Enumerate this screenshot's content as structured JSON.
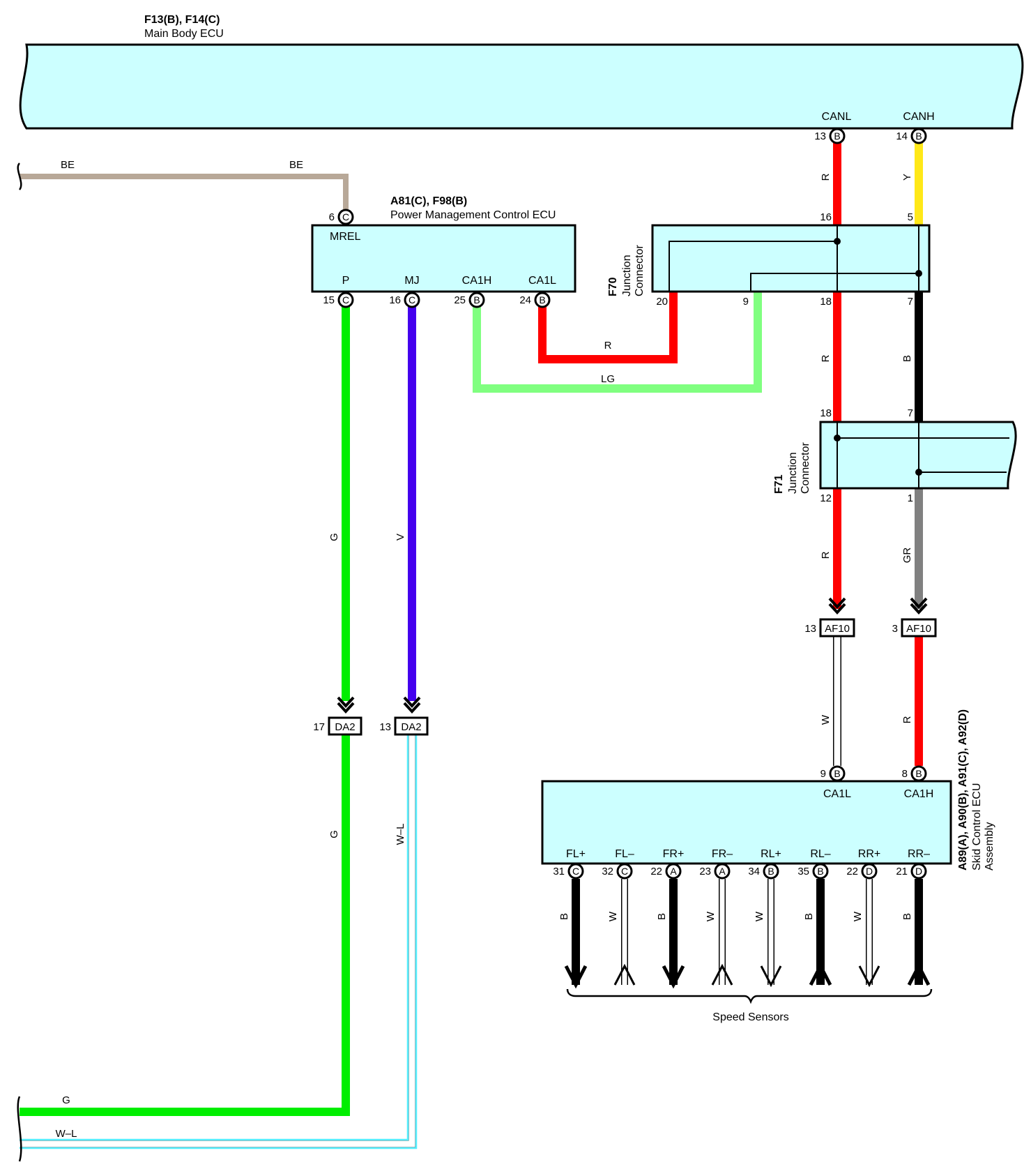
{
  "ecus": {
    "main_body": {
      "code": "F13(B), F14(C)",
      "name": "Main Body ECU",
      "pin_canl": "CANL",
      "pin_canh": "CANH"
    },
    "power_mgmt": {
      "code": "A81(C), F98(B)",
      "name": "Power Management Control ECU",
      "pin_mrel": "MREL",
      "pin_p": "P",
      "pin_mj": "MJ",
      "pin_ca1h": "CA1H",
      "pin_ca1l": "CA1L"
    },
    "skid": {
      "code": "A89(A), A90(B), A91(C), A92(D)",
      "name1": "Skid Control ECU",
      "name2": "Assembly",
      "pin_ca1l": "CA1L",
      "pin_ca1h": "CA1H",
      "sensor_pins": [
        "FL+",
        "FL–",
        "FR+",
        "FR–",
        "RL+",
        "RL–",
        "RR+",
        "RR–"
      ]
    }
  },
  "junctions": {
    "f70": {
      "code": "F70",
      "l1": "Junction",
      "l2": "Connector"
    },
    "f71": {
      "code": "F71",
      "l1": "Junction",
      "l2": "Connector"
    }
  },
  "connectors": {
    "c6": {
      "num": "6",
      "letter": "C"
    },
    "c15": {
      "num": "15",
      "letter": "C"
    },
    "c16": {
      "num": "16",
      "letter": "C"
    },
    "c25": {
      "num": "25",
      "letter": "B"
    },
    "c24": {
      "num": "24",
      "letter": "B"
    },
    "c13": {
      "num": "13",
      "letter": "B"
    },
    "c14": {
      "num": "14",
      "letter": "B"
    },
    "c9": {
      "num": "9",
      "letter": "B"
    },
    "c8": {
      "num": "8",
      "letter": "B"
    },
    "sensors": [
      {
        "num": "31",
        "letter": "C",
        "wire": "B"
      },
      {
        "num": "32",
        "letter": "C",
        "wire": "W"
      },
      {
        "num": "22",
        "letter": "A",
        "wire": "B"
      },
      {
        "num": "23",
        "letter": "A",
        "wire": "W"
      },
      {
        "num": "34",
        "letter": "B",
        "wire": "W"
      },
      {
        "num": "35",
        "letter": "B",
        "wire": "B"
      },
      {
        "num": "22",
        "letter": "D",
        "wire": "W"
      },
      {
        "num": "21",
        "letter": "D",
        "wire": "B"
      }
    ]
  },
  "pin_numbers": {
    "f70_16": "16",
    "f70_5": "5",
    "f70_20": "20",
    "f70_9": "9",
    "f70_18": "18",
    "f70_7": "7",
    "f71_18": "18",
    "f71_7": "7",
    "f71_12": "12",
    "f71_1": "1"
  },
  "inline": {
    "af10_13": {
      "num": "13",
      "label": "AF10"
    },
    "af10_3": {
      "num": "3",
      "label": "AF10"
    },
    "da2_17": {
      "num": "17",
      "label": "DA2"
    },
    "da2_13": {
      "num": "13",
      "label": "DA2"
    }
  },
  "wire_labels": {
    "be_left": "BE",
    "be_right": "BE",
    "r_canl": "R",
    "y_canh": "Y",
    "r_jumper": "R",
    "lg_jumper": "LG",
    "r_mid": "R",
    "b_mid": "B",
    "r_lower": "R",
    "gr_lower": "GR",
    "w_af10": "W",
    "r_af10": "R",
    "g_upper": "G",
    "v_upper": "V",
    "g_lower": "G",
    "wl_lower": "W–L",
    "g_bottom": "G",
    "wl_bottom": "W–L"
  },
  "speed_sensors": "Speed Sensors",
  "colors": {
    "ecu_fill": "#CCFFFF",
    "red": "#FF0000",
    "yellow": "#FFE818",
    "black": "#000000",
    "gray": "#808080",
    "green": "#00EE00",
    "violet": "#4400EE",
    "lightgreen": "#80FF80",
    "tan": "#B8A898",
    "lightblue": "#55EEFF"
  }
}
